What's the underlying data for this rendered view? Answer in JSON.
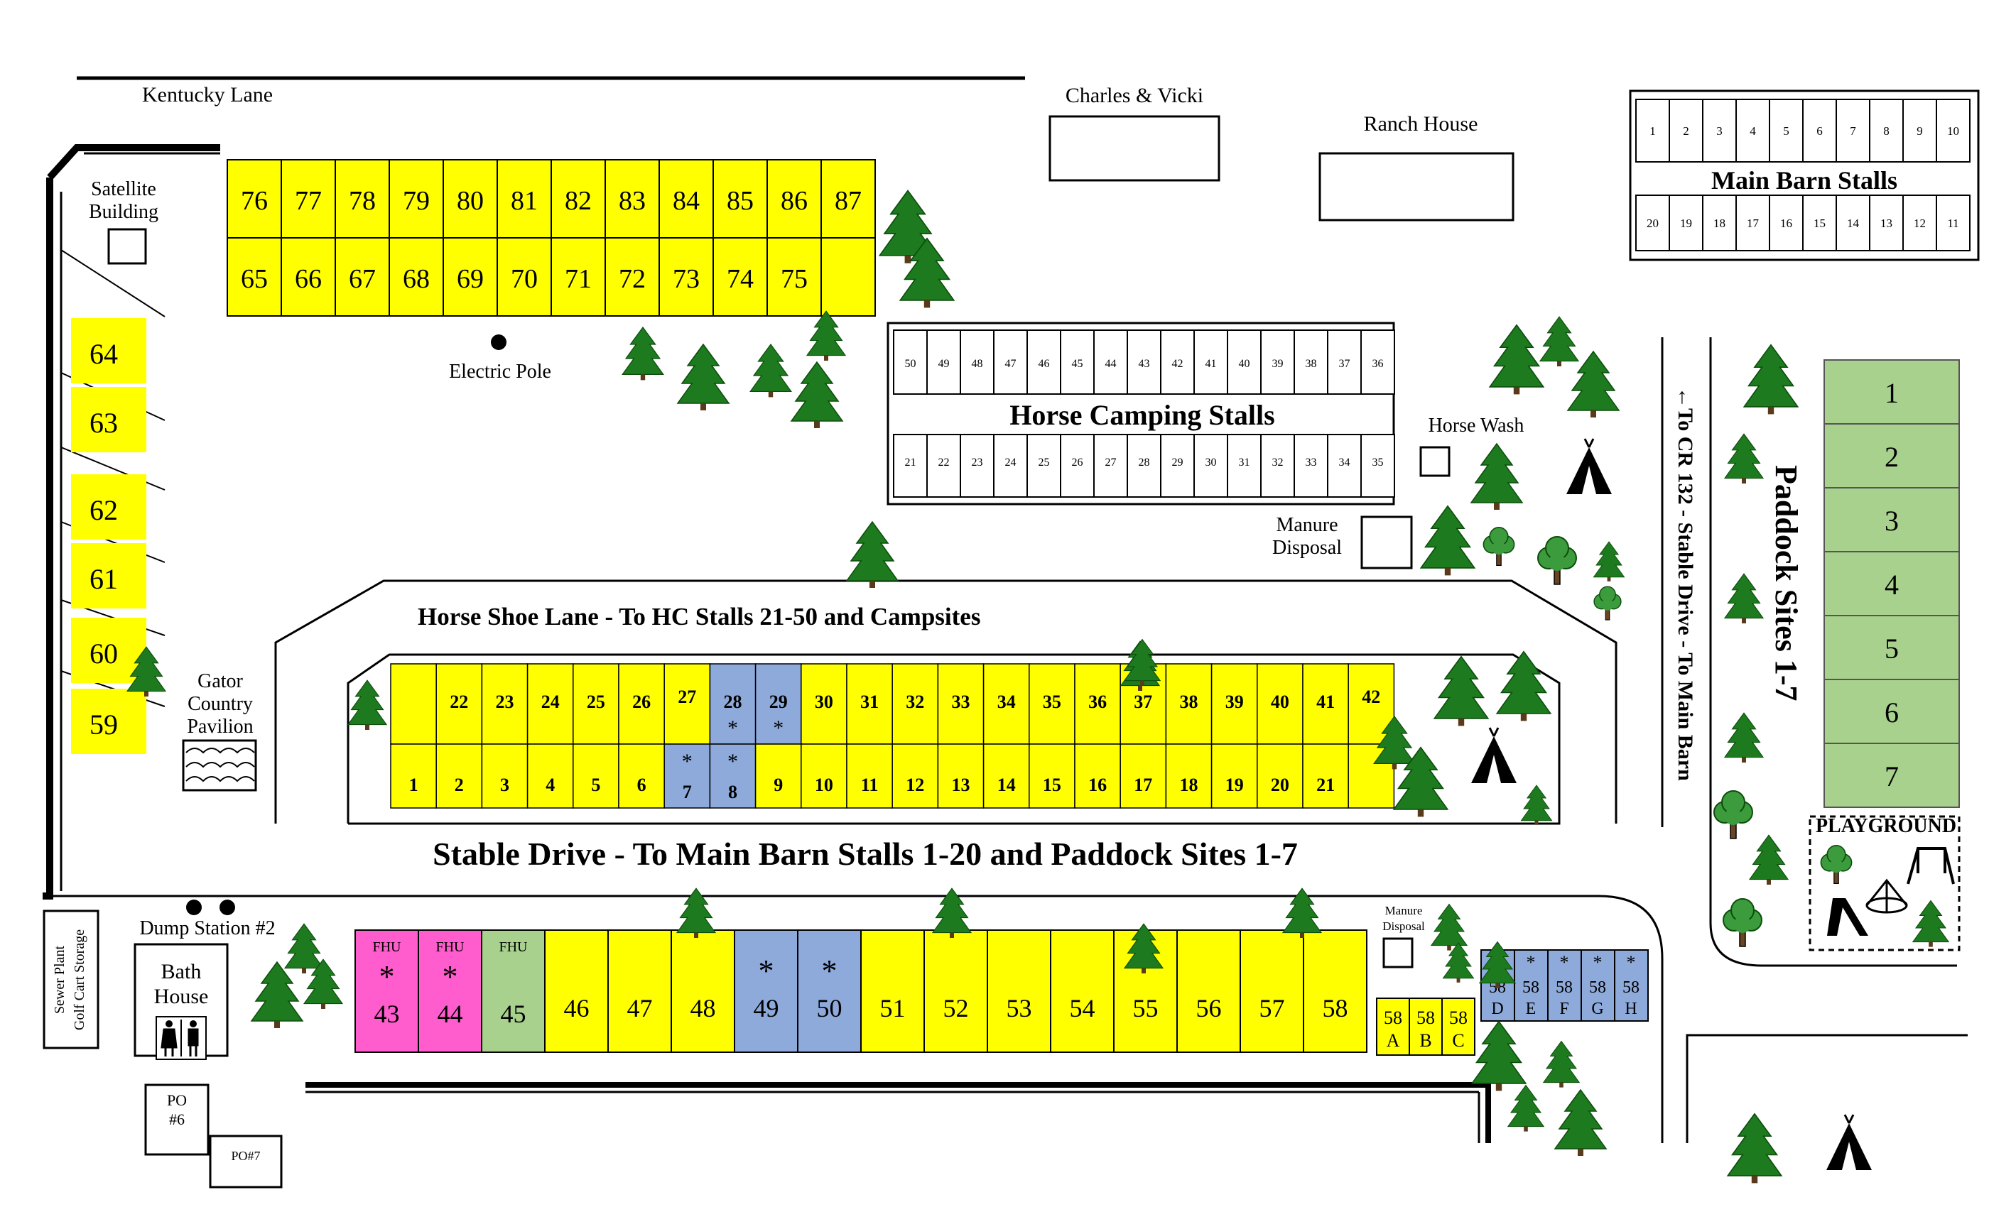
{
  "labels": {
    "kentucky_lane": "Kentucky Lane",
    "charles_vicki": "Charles & Vicki",
    "ranch_house": "Ranch House",
    "main_barn_stalls": "Main Barn Stalls",
    "satellite_line1": "Satellite",
    "satellite_line2": "Building",
    "electric_pole": "Electric Pole",
    "horse_camping_stalls": "Horse Camping Stalls",
    "horse_wash": "Horse Wash",
    "manure1_line1": "Manure",
    "manure1_line2": "Disposal",
    "to_cr132": "←To CR 132 - Stable Drive - To Main Barn",
    "paddock_title": "Paddock Sites 1-7",
    "horse_shoe_lane": "Horse Shoe Lane - To HC Stalls 21-50 and Campsites",
    "gator_line1": "Gator",
    "gator_line2": "Country",
    "gator_line3": "Pavilion",
    "stable_drive": "Stable Drive - To Main Barn Stalls 1-20 and Paddock Sites 1-7",
    "playground": "PLAYGROUND",
    "dump_station": "Dump Station #2",
    "bath_line1": "Bath",
    "bath_line2": "House",
    "sewer_line1": "Sewer Plant",
    "sewer_line2": "Golf Cart Storage",
    "manure2_line1": "Manure",
    "manure2_line2": "Disposal",
    "po6_line1": "PO",
    "po6_line2": "#6",
    "po7": "PO#7",
    "fhu": "FHU",
    "asterisk": "*"
  },
  "colors": {
    "site_yellow": "#ffff00",
    "reserved_blue": "#8eaadb",
    "fhu_pink": "#ff5ccd",
    "green_site": "#a9d18e",
    "tree_green": "#1e7a1e",
    "paddock_green": "#a9d18e"
  },
  "top_sites": {
    "row1": [
      "76",
      "77",
      "78",
      "79",
      "80",
      "81",
      "82",
      "83",
      "84",
      "85",
      "86",
      "87"
    ],
    "row2": [
      "65",
      "66",
      "67",
      "68",
      "69",
      "70",
      "71",
      "72",
      "73",
      "74",
      "75",
      ""
    ]
  },
  "left_sites": [
    "64",
    "63",
    "62",
    "61",
    "60",
    "59"
  ],
  "main_barn": {
    "top": [
      "1",
      "2",
      "3",
      "4",
      "5",
      "6",
      "7",
      "8",
      "9",
      "10"
    ],
    "bottom": [
      "20",
      "19",
      "18",
      "17",
      "16",
      "15",
      "14",
      "13",
      "12",
      "11"
    ]
  },
  "hc_stalls": {
    "top": [
      "50",
      "49",
      "48",
      "47",
      "46",
      "45",
      "44",
      "43",
      "42",
      "41",
      "40",
      "39",
      "38",
      "37",
      "36"
    ],
    "bottom": [
      "21",
      "22",
      "23",
      "24",
      "25",
      "26",
      "27",
      "28",
      "29",
      "30",
      "31",
      "32",
      "33",
      "34",
      "35"
    ]
  },
  "paddock_sites": [
    "1",
    "2",
    "3",
    "4",
    "5",
    "6",
    "7"
  ],
  "middle_sites": {
    "top": [
      {
        "n": "",
        "c": "y"
      },
      {
        "n": "22",
        "c": "y"
      },
      {
        "n": "23",
        "c": "y"
      },
      {
        "n": "24",
        "c": "y"
      },
      {
        "n": "25",
        "c": "y"
      },
      {
        "n": "26",
        "c": "y"
      },
      {
        "n": "27",
        "c": "y"
      },
      {
        "n": "28",
        "c": "b",
        "star": true
      },
      {
        "n": "29",
        "c": "b",
        "star": true
      },
      {
        "n": "30",
        "c": "y"
      },
      {
        "n": "31",
        "c": "y"
      },
      {
        "n": "32",
        "c": "y"
      },
      {
        "n": "33",
        "c": "y"
      },
      {
        "n": "34",
        "c": "y"
      },
      {
        "n": "35",
        "c": "y"
      },
      {
        "n": "36",
        "c": "y"
      },
      {
        "n": "37",
        "c": "y"
      },
      {
        "n": "38",
        "c": "y"
      },
      {
        "n": "39",
        "c": "y"
      },
      {
        "n": "40",
        "c": "y"
      },
      {
        "n": "41",
        "c": "y"
      },
      {
        "n": "42",
        "c": "y"
      }
    ],
    "bottom": [
      {
        "n": "1",
        "c": "y"
      },
      {
        "n": "2",
        "c": "y"
      },
      {
        "n": "3",
        "c": "y"
      },
      {
        "n": "4",
        "c": "y"
      },
      {
        "n": "5",
        "c": "y"
      },
      {
        "n": "6",
        "c": "y"
      },
      {
        "n": "7",
        "c": "b",
        "star": true
      },
      {
        "n": "8",
        "c": "b",
        "star": true
      },
      {
        "n": "9",
        "c": "y"
      },
      {
        "n": "10",
        "c": "y"
      },
      {
        "n": "11",
        "c": "y"
      },
      {
        "n": "12",
        "c": "y"
      },
      {
        "n": "13",
        "c": "y"
      },
      {
        "n": "14",
        "c": "y"
      },
      {
        "n": "15",
        "c": "y"
      },
      {
        "n": "16",
        "c": "y"
      },
      {
        "n": "17",
        "c": "y"
      },
      {
        "n": "18",
        "c": "y"
      },
      {
        "n": "19",
        "c": "y"
      },
      {
        "n": "20",
        "c": "y"
      },
      {
        "n": "21",
        "c": "y"
      },
      {
        "n": "",
        "c": "y"
      }
    ]
  },
  "bottom_sites": [
    {
      "n": "43",
      "c": "p",
      "fhu": true,
      "star": true
    },
    {
      "n": "44",
      "c": "p",
      "fhu": true,
      "star": true
    },
    {
      "n": "45",
      "c": "g",
      "fhu": true
    },
    {
      "n": "46",
      "c": "y"
    },
    {
      "n": "47",
      "c": "y"
    },
    {
      "n": "48",
      "c": "y"
    },
    {
      "n": "49",
      "c": "b",
      "star": true
    },
    {
      "n": "50",
      "c": "b",
      "star": true
    },
    {
      "n": "51",
      "c": "y"
    },
    {
      "n": "52",
      "c": "y"
    },
    {
      "n": "53",
      "c": "y"
    },
    {
      "n": "54",
      "c": "y"
    },
    {
      "n": "55",
      "c": "y"
    },
    {
      "n": "56",
      "c": "y"
    },
    {
      "n": "57",
      "c": "y"
    },
    {
      "n": "58",
      "c": "y"
    }
  ],
  "small58": [
    {
      "l1": "58",
      "l2": "A",
      "c": "y"
    },
    {
      "l1": "58",
      "l2": "B",
      "c": "y"
    },
    {
      "l1": "58",
      "l2": "C",
      "c": "y"
    }
  ],
  "blue58": [
    {
      "l1": "58",
      "l2": "D"
    },
    {
      "l1": "58",
      "l2": "E"
    },
    {
      "l1": "58",
      "l2": "F"
    },
    {
      "l1": "58",
      "l2": "G"
    },
    {
      "l1": "58",
      "l2": "H"
    }
  ]
}
